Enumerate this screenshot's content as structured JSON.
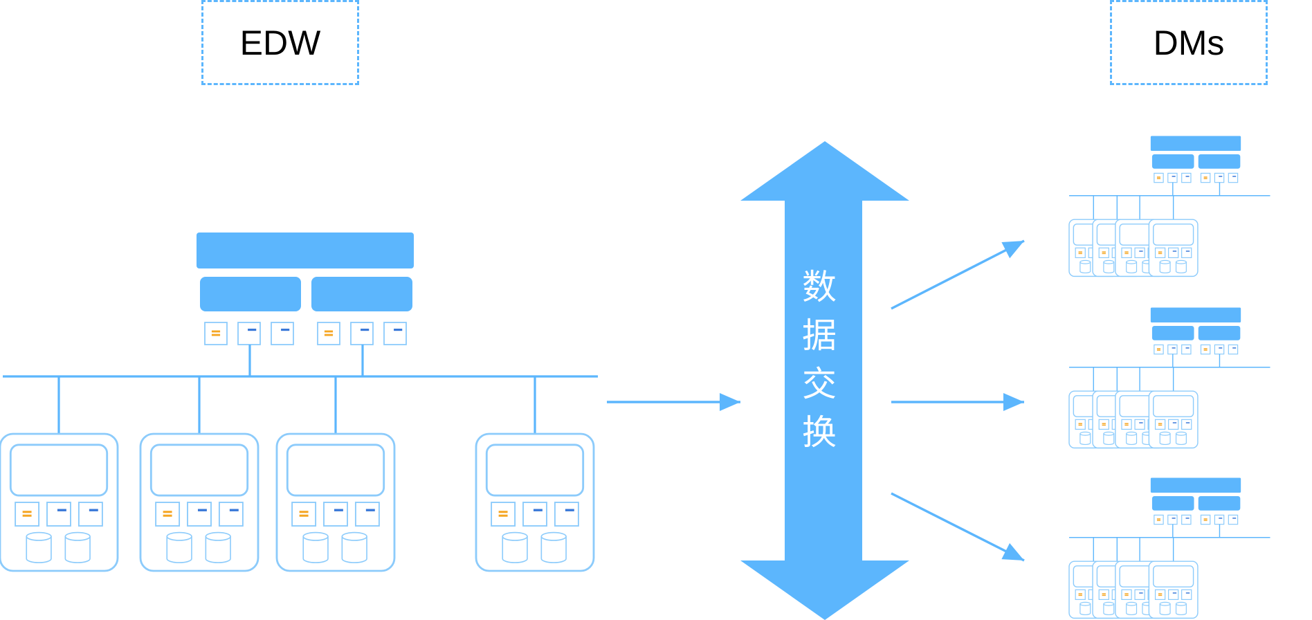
{
  "labels": {
    "edw": "EDW",
    "dms": "DMs"
  },
  "exchange": {
    "chars": [
      "数",
      "据",
      "交",
      "换"
    ]
  },
  "colors": {
    "accent": "#5cb6fd",
    "outline": "#8ccbfb",
    "orange": "#f5a623",
    "dark_blue": "#3a78d8",
    "white": "#ffffff"
  }
}
